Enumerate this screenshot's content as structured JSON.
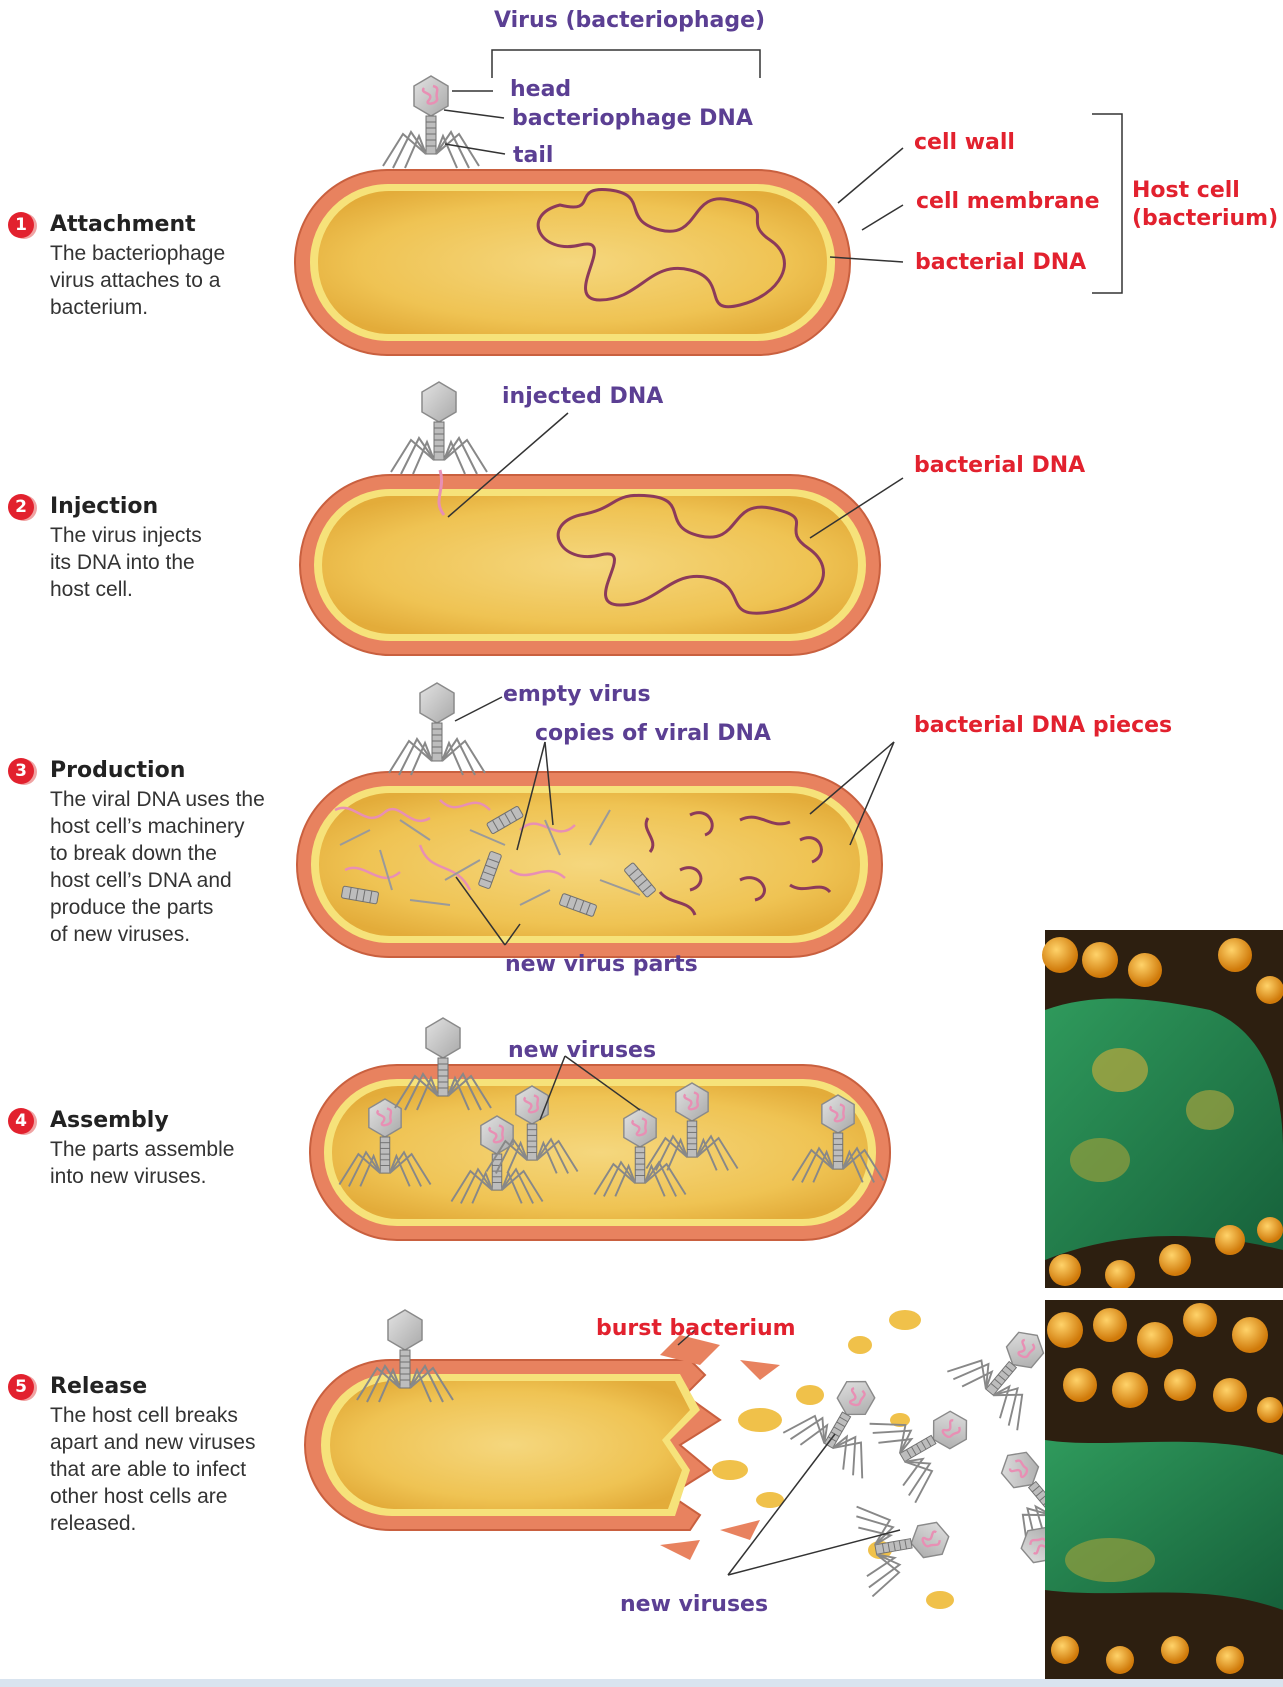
{
  "labels": {
    "virus_bracket": "Virus (bacteriophage)",
    "head": "head",
    "bacteriophage_dna": "bacteriophage DNA",
    "tail": "tail",
    "cell_wall": "cell wall",
    "cell_membrane": "cell membrane",
    "bacterial_dna_1": "bacterial DNA",
    "host_cell": [
      "Host cell",
      "(bacterium)"
    ],
    "injected_dna": "injected DNA",
    "bacterial_dna_2": "bacterial DNA",
    "empty_virus": "empty virus",
    "copies_viral_dna": "copies of viral DNA",
    "bacterial_dna_pieces": "bacterial DNA pieces",
    "new_virus_parts": "new virus parts",
    "new_viruses_assembly": "new viruses",
    "burst_bacterium": "burst bacterium",
    "new_viruses_release": "new viruses"
  },
  "steps": [
    {
      "number": "1",
      "title": "Attachment",
      "lines": [
        "The bacteriophage",
        "virus attaches to a",
        "bacterium."
      ]
    },
    {
      "number": "2",
      "title": "Injection",
      "lines": [
        "The virus injects",
        "its DNA into the",
        "host cell."
      ]
    },
    {
      "number": "3",
      "title": "Production",
      "lines": [
        "The viral DNA uses the",
        "host cell’s machinery",
        "to break down the",
        "host cell’s DNA and",
        "produce the parts",
        "of new viruses."
      ]
    },
    {
      "number": "4",
      "title": "Assembly",
      "lines": [
        "The parts assemble",
        "into new viruses."
      ]
    },
    {
      "number": "5",
      "title": "Release",
      "lines": [
        "The host cell breaks",
        "apart and new viruses",
        "that are able to infect",
        "other host cells are",
        "released."
      ]
    }
  ],
  "colors": {
    "purple_label": "#5b3f93",
    "red_label": "#e2212e",
    "cell_wall": "#e8825f",
    "cell_membrane": "#f6e27a",
    "cytoplasm": "#f2c85a",
    "bacterial_dna": "#8c3a5a",
    "viral_dna": "#e88fb4",
    "virus_gray": "#c9c9c9"
  },
  "photos": [
    "micrograph-green-bacterium-with-phages",
    "micrograph-phages-releasing"
  ]
}
